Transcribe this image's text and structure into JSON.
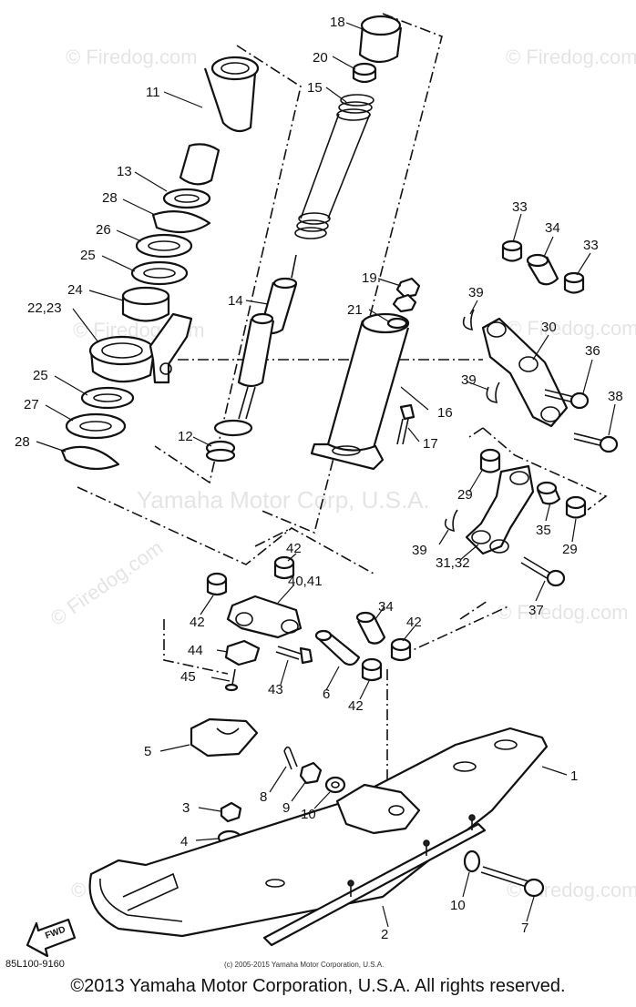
{
  "watermarks": {
    "firedog": "© Firedog.com",
    "firedog_alt": "© Firedog.com",
    "yamaha": "Yamaha Motor Corp, U.S.A."
  },
  "diagram_code": "85L100-9160",
  "inner_copyright": "(c) 2005-2015 Yamaha Motor Corporation, U.S.A.",
  "fwd_label": "FWD",
  "footer_copyright": "©2013 Yamaha Motor Corporation, U.S.A. All rights reserved.",
  "callouts": {
    "c1": "1",
    "c2": "2",
    "c3": "3",
    "c4": "4",
    "c5": "5",
    "c6": "6",
    "c7": "7",
    "c8": "8",
    "c9": "9",
    "c10a": "10",
    "c10b": "10",
    "c11": "11",
    "c12": "12",
    "c13": "13",
    "c14": "14",
    "c15": "15",
    "c16": "16",
    "c17": "17",
    "c18": "18",
    "c19": "19",
    "c20": "20",
    "c21": "21",
    "c22_23": "22,23",
    "c24": "24",
    "c25a": "25",
    "c25b": "25",
    "c26": "26",
    "c27": "27",
    "c28a": "28",
    "c28b": "28",
    "c29a": "29",
    "c29b": "29",
    "c30": "30",
    "c31_32": "31,32",
    "c33a": "33",
    "c33b": "33",
    "c34a": "34",
    "c34b": "34",
    "c35": "35",
    "c36": "36",
    "c37": "37",
    "c38": "38",
    "c39a": "39",
    "c39b": "39",
    "c39c": "39",
    "c40_41": "40,41",
    "c42a": "42",
    "c42b": "42",
    "c42c": "42",
    "c42d": "42",
    "c43": "43",
    "c44": "44",
    "c45": "45"
  }
}
